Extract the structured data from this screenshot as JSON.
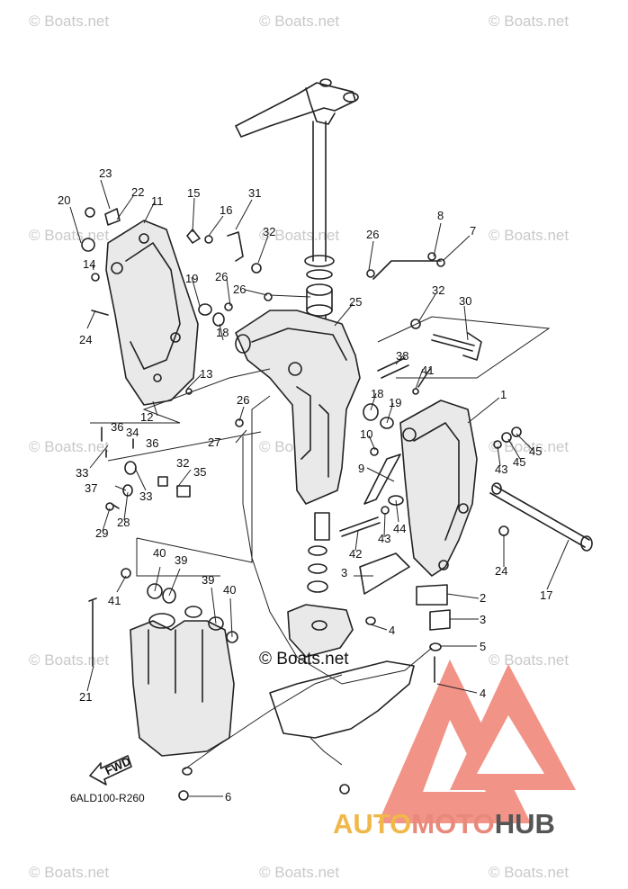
{
  "watermark": "© Boats.net",
  "center_watermark": "© Boats.net",
  "drawing_code": "6ALD100-R260",
  "direction_label": "FWD",
  "brand": {
    "part1": "AUTO",
    "part2": "MOTO",
    "part3": "HUB"
  },
  "brand_colors": {
    "auto": "#f0b84a",
    "moto": "#e8897c",
    "hub": "#555555",
    "triangle": "#ee7060"
  },
  "callouts": [
    "23",
    "22",
    "20",
    "11",
    "15",
    "16",
    "31",
    "14",
    "32",
    "26",
    "8",
    "7",
    "19",
    "26",
    "26",
    "24",
    "18",
    "25",
    "32",
    "30",
    "13",
    "38",
    "41",
    "18",
    "19",
    "12",
    "1",
    "26",
    "36",
    "34",
    "27",
    "10",
    "43",
    "45",
    "36",
    "45",
    "33",
    "32",
    "35",
    "9",
    "37",
    "33",
    "44",
    "29",
    "28",
    "43",
    "42",
    "24",
    "17",
    "3",
    "40",
    "39",
    "41",
    "2",
    "39",
    "40",
    "3",
    "4",
    "5",
    "21",
    "4",
    "6"
  ]
}
